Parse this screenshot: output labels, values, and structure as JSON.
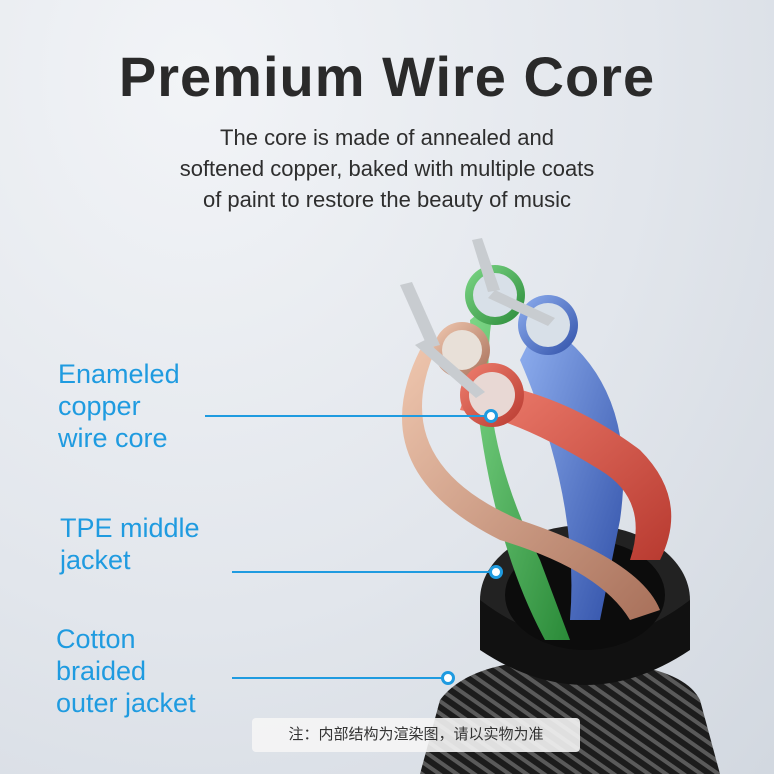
{
  "header": {
    "title": "Premium Wire Core",
    "subtitle": "The core is made of annealed and\nsoftened copper, baked with multiple coats\nof paint to restore the beauty of music"
  },
  "callouts": [
    {
      "label": "Enameled\ncopper\nwire core"
    },
    {
      "label": "TPE middle\njacket"
    },
    {
      "label": "Cotton\nbraided\nouter jacket"
    }
  ],
  "footnote": "注：内部结构为渲染图，请以实物为准",
  "colors": {
    "accent": "#1f9be0",
    "red_wire": "#e05a50",
    "green_wire": "#4cb858",
    "blue_wire": "#4f7fd8",
    "copper_wire": "#d8a78a",
    "jacket": "#1a1a1a"
  }
}
